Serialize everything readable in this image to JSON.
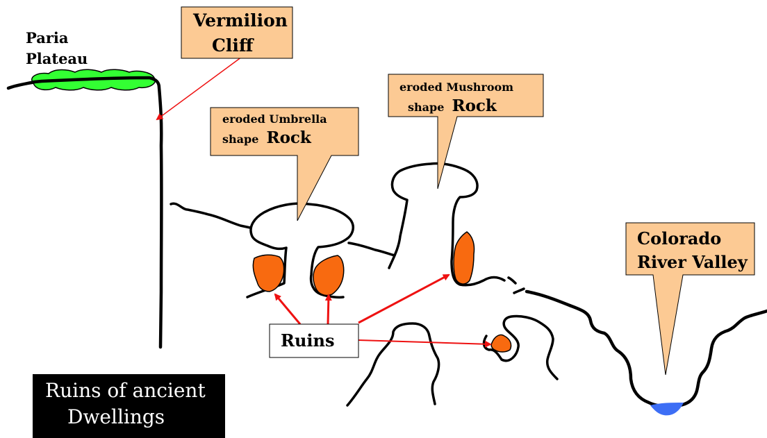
{
  "labels": {
    "paria_line1": "Paria",
    "paria_line2": "Plateau",
    "vermilion_line1": "Vermilion",
    "vermilion_line2": "Cliff",
    "umbrella_line1": "eroded Umbrella",
    "umbrella_line2_small": "shape",
    "umbrella_line2_big": "Rock",
    "mushroom_line1": "eroded Mushroom",
    "mushroom_line2_small": "shape",
    "mushroom_line2_big": "Rock",
    "colorado_line1": "Colorado",
    "colorado_line2": "River Valley",
    "ruins": "Ruins",
    "title_line1": "Ruins of ancient",
    "title_line2": "Dwellings"
  },
  "colors": {
    "callout_fill": "#fcca94",
    "plateau_green": "#33ff33",
    "ruin_orange": "#f86a10",
    "river_blue": "#3d6ef5",
    "arrow_red": "#ee1111",
    "outline_black": "#000000"
  }
}
